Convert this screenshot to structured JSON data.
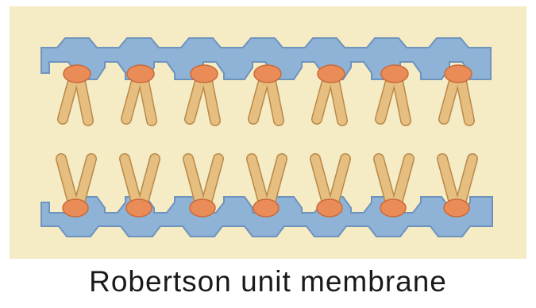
{
  "caption": "Robertson unit membrane",
  "colors": {
    "background": "#f5ebc4",
    "protein_layer": "#8fb3d6",
    "protein_outline": "#6e93bd",
    "lipid_head": "#ea8c58",
    "lipid_head_outline": "#c96a3a",
    "lipid_tail": "#e6bf80",
    "lipid_tail_outline": "#b8894a"
  },
  "structure": {
    "layers": [
      "protein-top",
      "lipid-bilayer",
      "protein-bottom"
    ],
    "lipids_per_leaflet": 7
  }
}
